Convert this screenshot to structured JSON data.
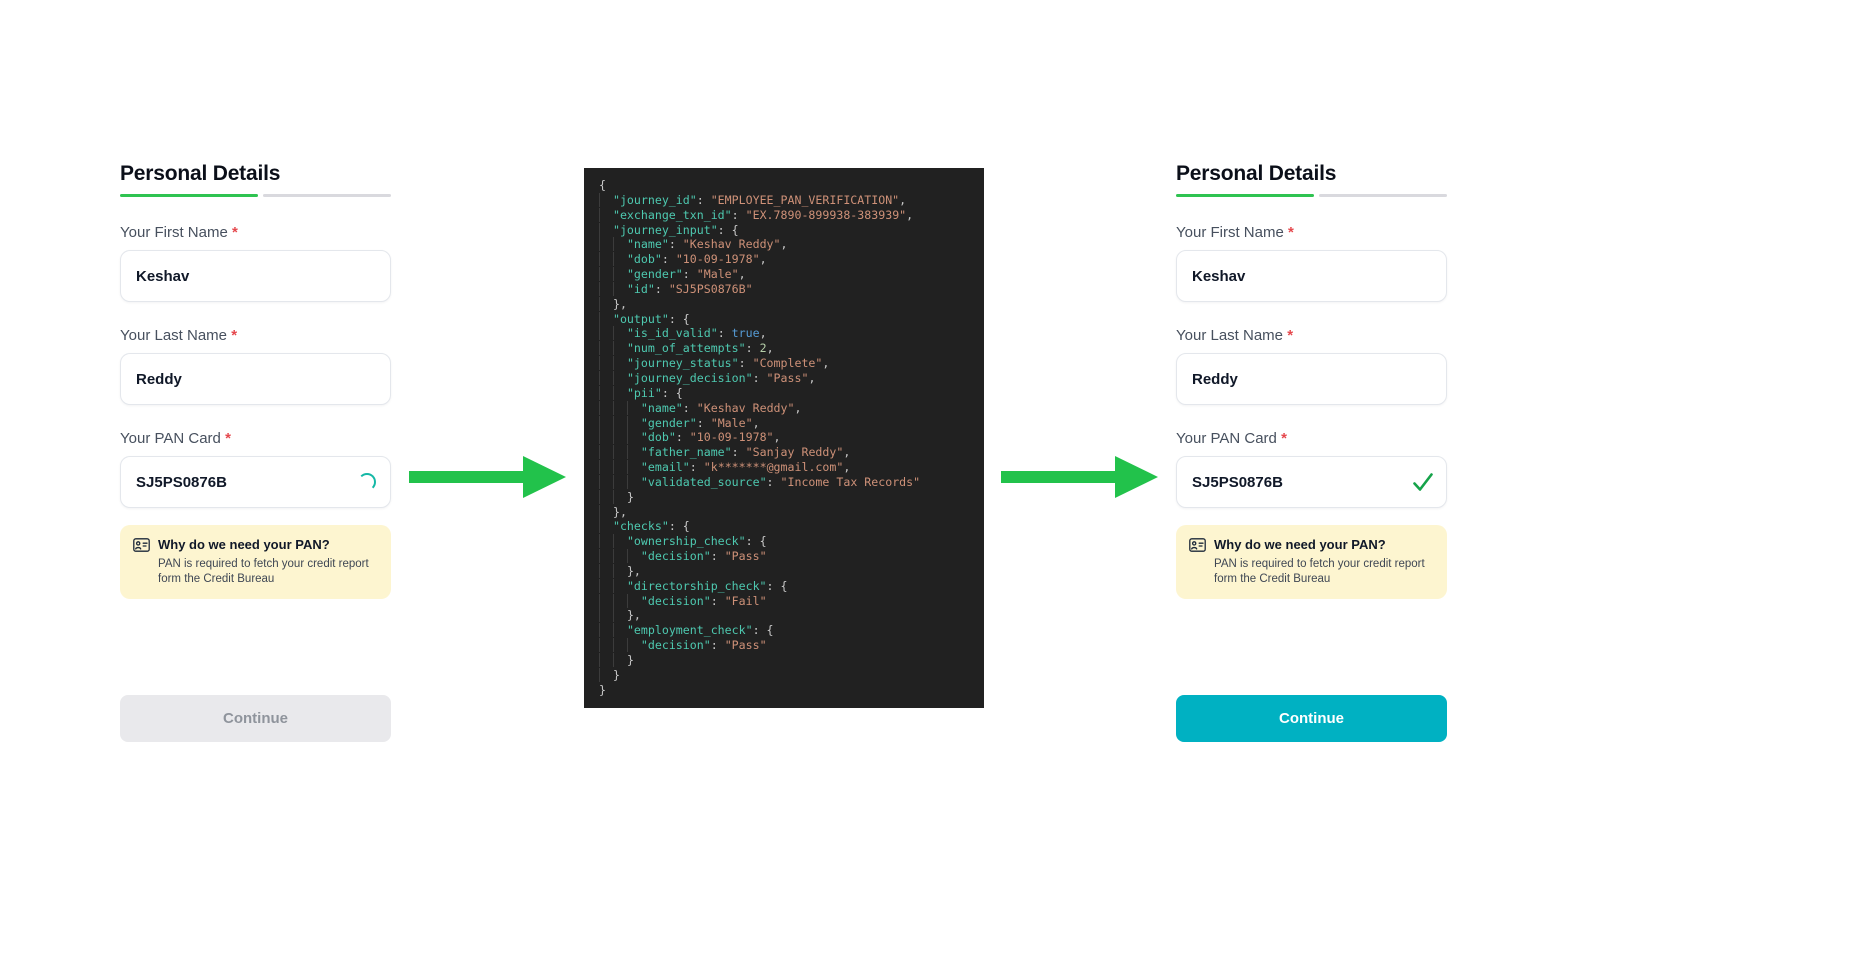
{
  "colors": {
    "accent-green": "#2fc351",
    "bar-gray": "#d9d9de",
    "arrow-green": "#22c24b",
    "required-red": "#e5484d",
    "info-bg": "#fdf5d0",
    "button-disabled-bg": "#e9e9ec",
    "button-disabled-text": "#8f949c",
    "button-teal": "#00b1c2",
    "spinner-teal": "#14b8a6",
    "check-green": "#16a34a",
    "code-bg": "#212121",
    "code-key": "#4ec9b0",
    "code-string": "#ce9178",
    "code-bool": "#569cd6",
    "code-number": "#b5cea8",
    "code-punc": "#c8c8c8",
    "code-guide": "#3c3c3c"
  },
  "form_before": {
    "title": "Personal Details",
    "first_name": {
      "label": "Your First Name",
      "required_mark": "*",
      "value": "Keshav"
    },
    "last_name": {
      "label": "Your Last Name",
      "required_mark": "*",
      "value": "Reddy"
    },
    "pan": {
      "label": "Your PAN Card",
      "required_mark": "*",
      "value": "SJ5PS0876B",
      "status": "verifying"
    },
    "info_box": {
      "title": "Why do we need your PAN?",
      "line1": "PAN is required to fetch your credit report",
      "line2": "form the Credit Bureau"
    },
    "continue_button": {
      "label": "Continue",
      "state": "disabled"
    }
  },
  "form_after": {
    "title": "Personal Details",
    "first_name": {
      "label": "Your First Name",
      "required_mark": "*",
      "value": "Keshav"
    },
    "last_name": {
      "label": "Your Last Name",
      "required_mark": "*",
      "value": "Reddy"
    },
    "pan": {
      "label": "Your PAN Card",
      "required_mark": "*",
      "value": "SJ5PS0876B",
      "status": "verified"
    },
    "info_box": {
      "title": "Why do we need your PAN?",
      "line1": "PAN is required to fetch your credit report",
      "line2": "form the Credit Bureau"
    },
    "continue_button": {
      "label": "Continue",
      "state": "enabled"
    }
  },
  "code_panel": {
    "language": "json",
    "lines": [
      {
        "i": 0,
        "t": [
          [
            "p",
            "{"
          ]
        ]
      },
      {
        "i": 1,
        "t": [
          [
            "k",
            "\"journey_id\""
          ],
          [
            "p",
            ": "
          ],
          [
            "s",
            "\"EMPLOYEE_PAN_VERIFICATION\""
          ],
          [
            "p",
            ","
          ]
        ]
      },
      {
        "i": 1,
        "t": [
          [
            "k",
            "\"exchange_txn_id\""
          ],
          [
            "p",
            ": "
          ],
          [
            "s",
            "\"EX.7890-899938-383939\""
          ],
          [
            "p",
            ","
          ]
        ]
      },
      {
        "i": 1,
        "t": [
          [
            "k",
            "\"journey_input\""
          ],
          [
            "p",
            ": {"
          ]
        ]
      },
      {
        "i": 2,
        "t": [
          [
            "k",
            "\"name\""
          ],
          [
            "p",
            ": "
          ],
          [
            "s",
            "\"Keshav Reddy\""
          ],
          [
            "p",
            ","
          ]
        ]
      },
      {
        "i": 2,
        "t": [
          [
            "k",
            "\"dob\""
          ],
          [
            "p",
            ": "
          ],
          [
            "s",
            "\"10-09-1978\""
          ],
          [
            "p",
            ","
          ]
        ]
      },
      {
        "i": 2,
        "t": [
          [
            "k",
            "\"gender\""
          ],
          [
            "p",
            ": "
          ],
          [
            "s",
            "\"Male\""
          ],
          [
            "p",
            ","
          ]
        ]
      },
      {
        "i": 2,
        "t": [
          [
            "k",
            "\"id\""
          ],
          [
            "p",
            ": "
          ],
          [
            "s",
            "\"SJ5PS0876B\""
          ]
        ]
      },
      {
        "i": 1,
        "t": [
          [
            "p",
            "},"
          ]
        ]
      },
      {
        "i": 1,
        "t": [
          [
            "k",
            "\"output\""
          ],
          [
            "p",
            ": {"
          ]
        ]
      },
      {
        "i": 2,
        "t": [
          [
            "k",
            "\"is_id_valid\""
          ],
          [
            "p",
            ": "
          ],
          [
            "b",
            "true"
          ],
          [
            "p",
            ","
          ]
        ]
      },
      {
        "i": 2,
        "t": [
          [
            "k",
            "\"num_of_attempts\""
          ],
          [
            "p",
            ": "
          ],
          [
            "n",
            "2"
          ],
          [
            "p",
            ","
          ]
        ]
      },
      {
        "i": 2,
        "t": [
          [
            "k",
            "\"journey_status\""
          ],
          [
            "p",
            ": "
          ],
          [
            "s",
            "\"Complete\""
          ],
          [
            "p",
            ","
          ]
        ]
      },
      {
        "i": 2,
        "t": [
          [
            "k",
            "\"journey_decision\""
          ],
          [
            "p",
            ": "
          ],
          [
            "s",
            "\"Pass\""
          ],
          [
            "p",
            ","
          ]
        ]
      },
      {
        "i": 2,
        "t": [
          [
            "k",
            "\"pii\""
          ],
          [
            "p",
            ": {"
          ]
        ]
      },
      {
        "i": 3,
        "t": [
          [
            "k",
            "\"name\""
          ],
          [
            "p",
            ": "
          ],
          [
            "s",
            "\"Keshav Reddy\""
          ],
          [
            "p",
            ","
          ]
        ]
      },
      {
        "i": 3,
        "t": [
          [
            "k",
            "\"gender\""
          ],
          [
            "p",
            ": "
          ],
          [
            "s",
            "\"Male\""
          ],
          [
            "p",
            ","
          ]
        ]
      },
      {
        "i": 3,
        "t": [
          [
            "k",
            "\"dob\""
          ],
          [
            "p",
            ": "
          ],
          [
            "s",
            "\"10-09-1978\""
          ],
          [
            "p",
            ","
          ]
        ]
      },
      {
        "i": 3,
        "t": [
          [
            "k",
            "\"father_name\""
          ],
          [
            "p",
            ": "
          ],
          [
            "s",
            "\"Sanjay Reddy\""
          ],
          [
            "p",
            ","
          ]
        ]
      },
      {
        "i": 3,
        "t": [
          [
            "k",
            "\"email\""
          ],
          [
            "p",
            ": "
          ],
          [
            "s",
            "\"k*******@gmail.com\""
          ],
          [
            "p",
            ","
          ]
        ]
      },
      {
        "i": 3,
        "t": [
          [
            "k",
            "\"validated_source\""
          ],
          [
            "p",
            ": "
          ],
          [
            "s",
            "\"Income Tax Records\""
          ]
        ]
      },
      {
        "i": 2,
        "t": [
          [
            "p",
            "}"
          ]
        ]
      },
      {
        "i": 1,
        "t": [
          [
            "p",
            "},"
          ]
        ]
      },
      {
        "i": 1,
        "t": [
          [
            "k",
            "\"checks\""
          ],
          [
            "p",
            ": {"
          ]
        ]
      },
      {
        "i": 2,
        "t": [
          [
            "k",
            "\"ownership_check\""
          ],
          [
            "p",
            ": {"
          ]
        ]
      },
      {
        "i": 3,
        "t": [
          [
            "k",
            "\"decision\""
          ],
          [
            "p",
            ": "
          ],
          [
            "s",
            "\"Pass\""
          ]
        ]
      },
      {
        "i": 2,
        "t": [
          [
            "p",
            "},"
          ]
        ]
      },
      {
        "i": 2,
        "t": [
          [
            "k",
            "\"directorship_check\""
          ],
          [
            "p",
            ": {"
          ]
        ]
      },
      {
        "i": 3,
        "t": [
          [
            "k",
            "\"decision\""
          ],
          [
            "p",
            ": "
          ],
          [
            "s",
            "\"Fail\""
          ]
        ]
      },
      {
        "i": 2,
        "t": [
          [
            "p",
            "},"
          ]
        ]
      },
      {
        "i": 2,
        "t": [
          [
            "k",
            "\"employment_check\""
          ],
          [
            "p",
            ": {"
          ]
        ]
      },
      {
        "i": 3,
        "t": [
          [
            "k",
            "\"decision\""
          ],
          [
            "p",
            ": "
          ],
          [
            "s",
            "\"Pass\""
          ]
        ]
      },
      {
        "i": 2,
        "t": [
          [
            "p",
            "}"
          ]
        ]
      },
      {
        "i": 1,
        "t": [
          [
            "p",
            "}"
          ]
        ]
      },
      {
        "i": 0,
        "t": [
          [
            "p",
            "}"
          ]
        ]
      }
    ]
  }
}
